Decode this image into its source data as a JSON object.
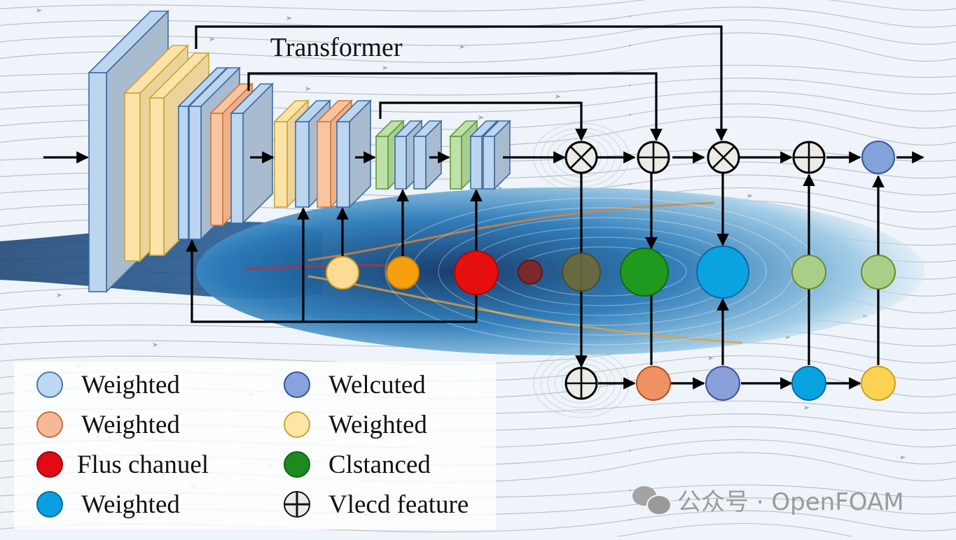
{
  "diagram": {
    "title_label": "Transformer",
    "colors": {
      "layer_blue": "#bcd6f0",
      "layer_blue_side": "#a9bbcf",
      "layer_blue_edge": "#3f6aa0",
      "layer_yellow": "#fde3a8",
      "layer_yellow_edge": "#c9a53a",
      "layer_orange": "#f9c4a0",
      "layer_orange_edge": "#c97a37",
      "layer_green": "#bfe0a8",
      "layer_green_edge": "#5e9a3e",
      "operator_fill": "#ecebe8",
      "wake_dark": "#0e3566",
      "wake_mid": "#2a7ab8",
      "wake_light": "#9fcbe6"
    },
    "encoder_blocks": [
      {
        "name": "input-slab",
        "layers": [
          "blue"
        ]
      },
      {
        "name": "stage-1",
        "layers": [
          "yellow",
          "yellow"
        ]
      },
      {
        "name": "stage-2",
        "layers": [
          "blue",
          "blue",
          "orange",
          "blue"
        ]
      },
      {
        "name": "stage-3",
        "layers": [
          "yellow",
          "blue",
          "orange",
          "blue"
        ]
      },
      {
        "name": "stage-4",
        "layers": [
          "green",
          "blue",
          "blue"
        ]
      },
      {
        "name": "stage-5",
        "layers": [
          "green",
          "blue",
          "blue"
        ]
      }
    ],
    "wake_nodes": [
      {
        "color": "#fddb94",
        "edge": "#c9a020"
      },
      {
        "color": "#f5a10f",
        "edge": "#c07a10"
      },
      {
        "color": "#e60f0f",
        "edge": "#a80a0a"
      },
      {
        "color": "#7a2a2a",
        "edge": "#5a1a1a"
      },
      {
        "color": "#6e6a3a",
        "edge": "#4e4a22"
      },
      {
        "color": "#1f9a1f",
        "edge": "#146914"
      },
      {
        "color": "#0aa2e0",
        "edge": "#0a6aa0"
      },
      {
        "color": "#a8cf88",
        "edge": "#6e8a2a"
      },
      {
        "color": "#a8cf88",
        "edge": "#6e8a2a"
      }
    ],
    "top_operators": [
      "times",
      "plus",
      "times",
      "plus"
    ],
    "top_output_node": {
      "color": "#85a3db",
      "edge": "#3a55a0"
    },
    "bottom_operator": "plus",
    "bottom_nodes": [
      {
        "color": "#ee9264",
        "edge": "#b0501a"
      },
      {
        "color": "#8aa0d8",
        "edge": "#3a4fa0"
      },
      {
        "color": "#08a2e0",
        "edge": "#0a6aa0"
      },
      {
        "color": "#fcd252",
        "edge": "#c9a020"
      }
    ]
  },
  "legend": {
    "items": [
      {
        "label": "Weighted",
        "color": "#bcd8f2",
        "edge": "#4a78aa",
        "type": "circle"
      },
      {
        "label": "Weighted",
        "color": "#f6b896",
        "edge": "#c0733a",
        "type": "circle"
      },
      {
        "label": "Flus chanuel",
        "color": "#e20a14",
        "edge": "#a0080e",
        "type": "circle"
      },
      {
        "label": "Weighted",
        "color": "#0a9fe0",
        "edge": "#0a6aa0",
        "type": "circle"
      },
      {
        "label": "Welcuted",
        "color": "#87a3de",
        "edge": "#34509a",
        "type": "circle"
      },
      {
        "label": "Weighted",
        "color": "#fde5a6",
        "edge": "#c9a53a",
        "type": "circle"
      },
      {
        "label": "Clstanced",
        "color": "#1e8a1e",
        "edge": "#126312",
        "type": "circle"
      },
      {
        "label": "Vlecd feature",
        "color": "#ecebe8",
        "edge": "#111111",
        "type": "oplus"
      }
    ]
  },
  "watermark": {
    "text": "公众号 · OpenFOAM",
    "icon": "wechat-icon"
  }
}
